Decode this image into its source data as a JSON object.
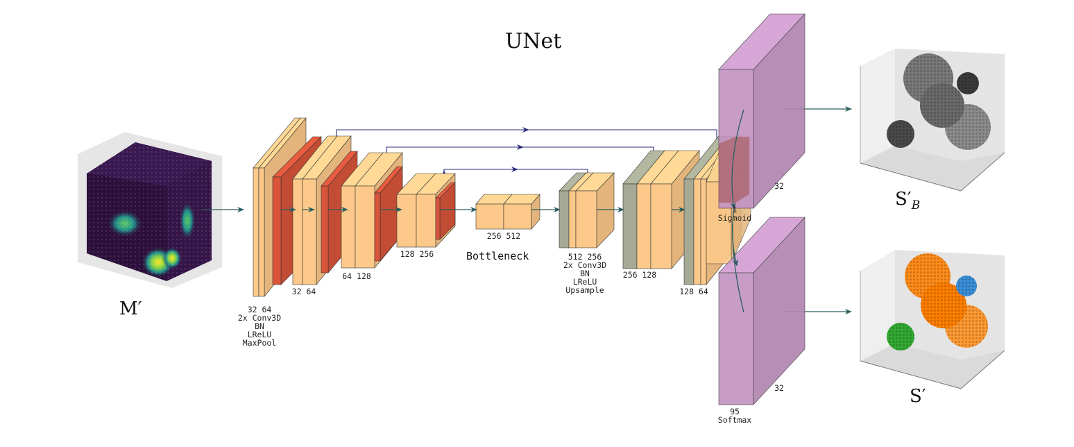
{
  "title": "UNet",
  "input_label": "M′",
  "outputs": {
    "binary_label": "S′",
    "binary_sub": "B",
    "multi_label": "S′"
  },
  "encoder": {
    "block1": {
      "channels": "32 64",
      "ops": [
        "2x Conv3D",
        "BN",
        "LReLU",
        "MaxPool"
      ]
    },
    "block2": {
      "channels": "32 64"
    },
    "block3": {
      "channels": "64 128"
    },
    "block4": {
      "channels": "128 256"
    }
  },
  "bottleneck": {
    "channels": "256 512",
    "label": "Bottleneck"
  },
  "decoder": {
    "block1": {
      "channels": "512 256",
      "ops": [
        "2x Conv3D",
        "BN",
        "LReLU",
        "Upsample"
      ]
    },
    "block2": {
      "channels": "256 128"
    },
    "block3": {
      "channels": "128 64"
    }
  },
  "heads": {
    "sigmoid": {
      "channels": "1",
      "activation": "Sigmoid",
      "depth": "32"
    },
    "softmax": {
      "channels": "95",
      "activation": "Softmax",
      "depth": "32"
    }
  },
  "colors": {
    "conv_block": "#fcc98a",
    "pool_block": "#d9543a",
    "upsample_block": "#a6aa94",
    "head_block": "#c394c3",
    "flow_arrow": "#2a5e5e",
    "skip_arrow": "#2b2e7c",
    "volume_dark": "#2c0f3b",
    "cluster_orange": "#ff8c1a",
    "cluster_blue": "#3b8fd9",
    "cluster_green": "#33aa33",
    "cluster_gray": "#6e6e6e"
  }
}
